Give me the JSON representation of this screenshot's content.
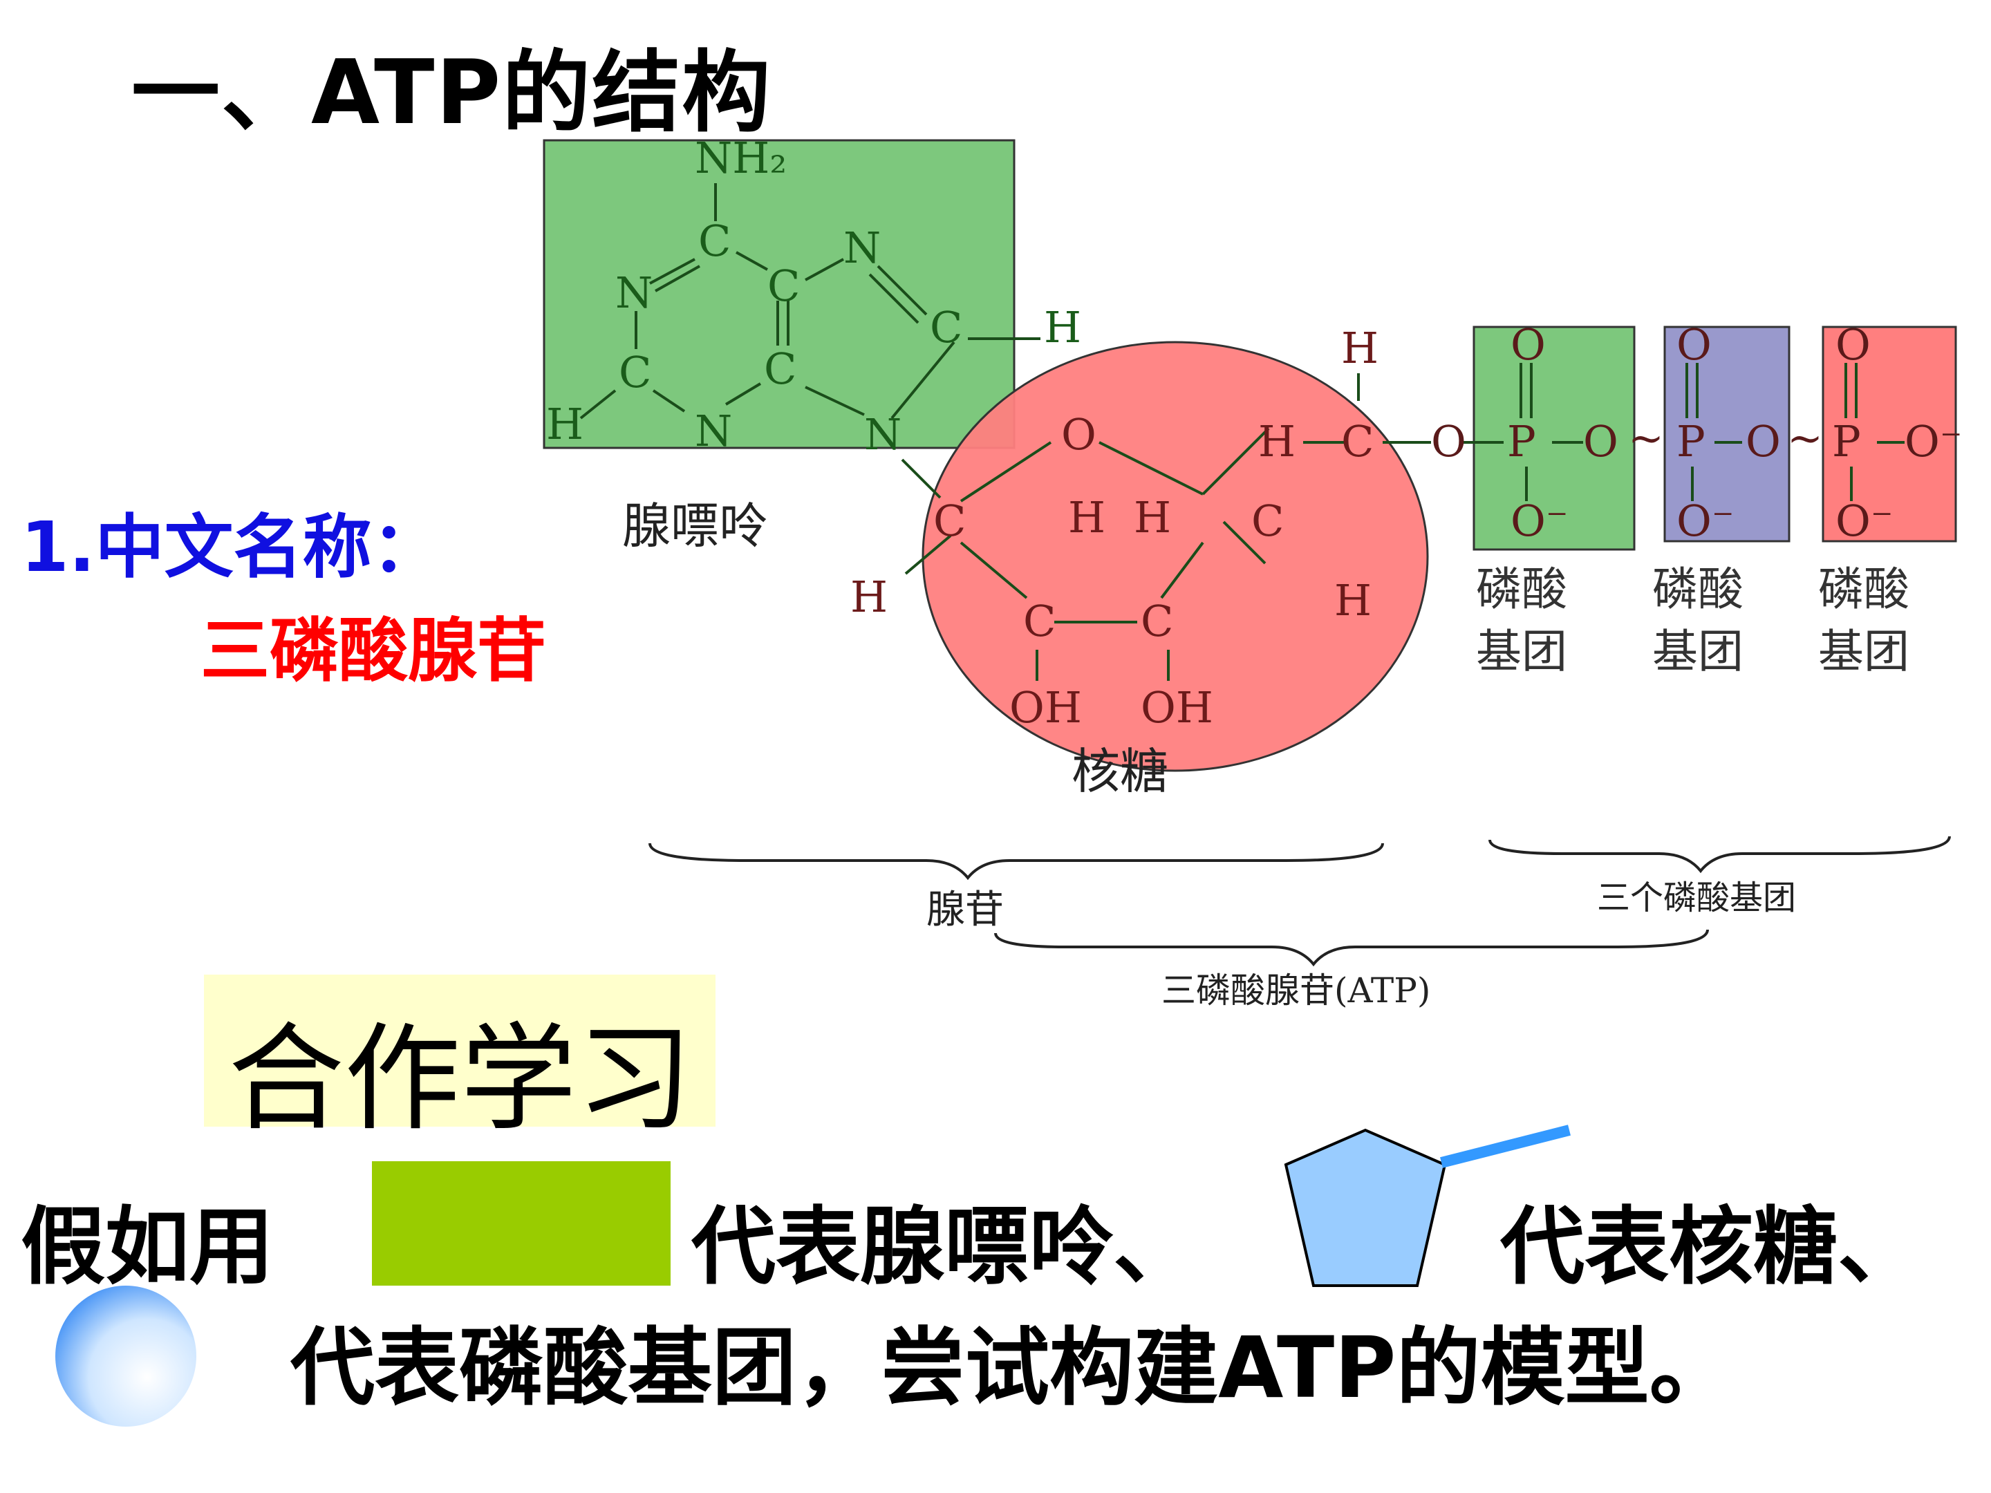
{
  "title": "一、ATP的结构",
  "chinese_name": {
    "label": "1.中文名称：",
    "value": "三磷酸腺苷"
  },
  "diagram": {
    "adenine_label": "腺嘌呤",
    "ribose_label": "核糖",
    "phosphate_label_line1": "磷酸",
    "phosphate_label_line2": "基团",
    "adenosine_brace_label": "腺苷",
    "three_phosphate_brace_label": "三个磷酸基团",
    "atp_brace_label": "三磷酸腺苷(ATP)",
    "atoms": {
      "NH2": "NH₂",
      "C": "C",
      "N": "N",
      "H": "H",
      "O": "O",
      "P": "P",
      "OH": "OH",
      "O_minus": "O⁻",
      "tilde": "~"
    },
    "colors": {
      "adenine_box": "#7dc87d",
      "ribose_circle": "#ff7f7f",
      "phosphate_1": "#7dc87d",
      "phosphate_2": "#9999cc",
      "phosphate_3": "#ff7f7f",
      "structure_text": "#1a6b1a"
    }
  },
  "cooperative": {
    "heading": "合作学习"
  },
  "instructions": {
    "line1_part1": "假如用",
    "line1_part2": "代表腺嘌呤、",
    "line1_part3": "代表核糖、",
    "line2": "代表磷酸基团，尝试构建ATP的模型。",
    "symbols": {
      "adenine": "green-rectangle",
      "ribose": "blue-pentagon",
      "phosphate": "blue-circle"
    },
    "colors": {
      "adenine_symbol": "#99cc00",
      "ribose_symbol": "#99ccff",
      "ribose_stick": "#3399ff",
      "phosphate_symbol": "#66aaff"
    }
  }
}
